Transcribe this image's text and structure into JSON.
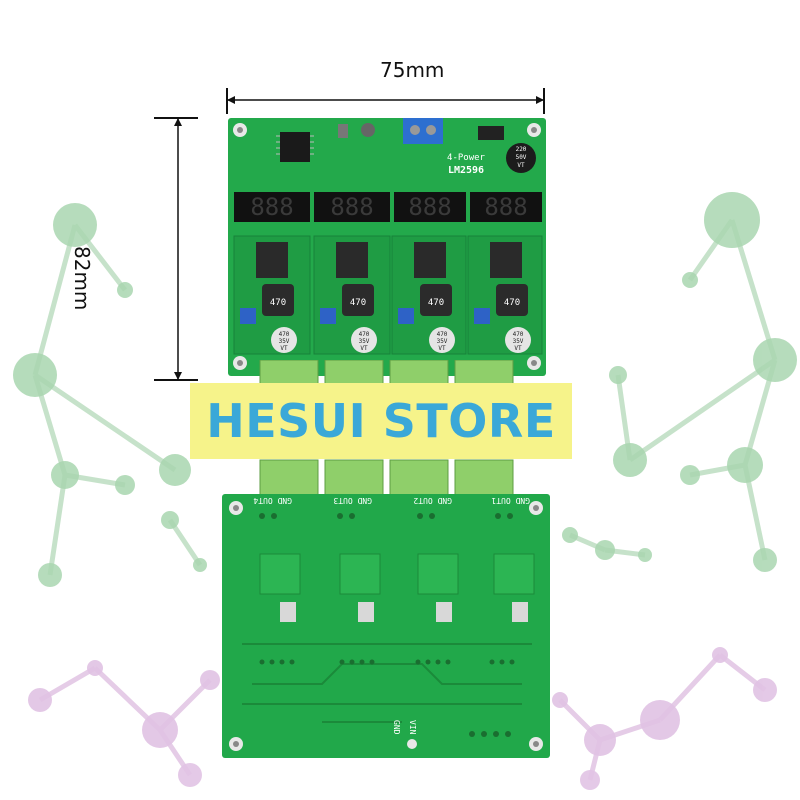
{
  "dimensions": {
    "width_label": "75mm",
    "height_label": "82mm"
  },
  "watermark": {
    "text": "HESUI STORE",
    "background_color": "#f6f38a",
    "text_color": "#3aa8d8"
  },
  "board_top": {
    "model_label": "LM2596",
    "board_label": "4-Power",
    "capacitor_main": [
      "220",
      "50V",
      "VT"
    ],
    "inductor_value": "470",
    "channel_capacitor": [
      "470",
      "35V",
      "VT"
    ],
    "display_digits": "888"
  },
  "board_bottom": {
    "output_labels": [
      "GND OUT4",
      "GND OUT3",
      "GND OUT2",
      "GND OUT1"
    ],
    "input_labels": [
      "GND",
      "VIN"
    ]
  },
  "colors": {
    "pcb_green": "#21a84a",
    "pcb_dark": "#168a38",
    "terminal_green": "#8fcf6a",
    "molecule_green": "#9fd0a6",
    "molecule_purple": "#d9b6dc"
  }
}
